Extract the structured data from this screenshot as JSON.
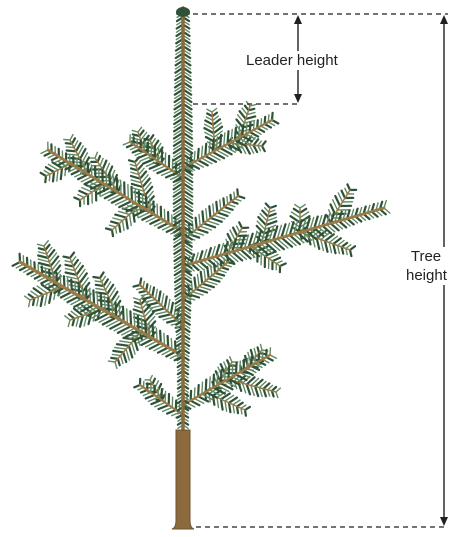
{
  "labels": {
    "leader_height": "Leader height",
    "tree_height_line1": "Tree",
    "tree_height_line2": "height"
  },
  "colors": {
    "trunk": "#8c6a3e",
    "branch": "#9a7a46",
    "needle_dark": "#2f5138",
    "needle_light": "#5f8a62",
    "dimension_line": "#231f20"
  }
}
